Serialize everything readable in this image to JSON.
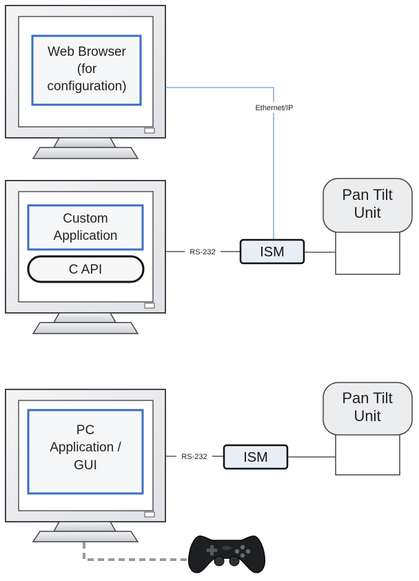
{
  "monitors": {
    "top": {
      "lines": [
        "Web Browser",
        "(for",
        "configuration)"
      ]
    },
    "middle": {
      "app_lines": [
        "Custom",
        "Application"
      ],
      "api_label": "C API"
    },
    "bottom": {
      "lines": [
        "PC",
        "Application /",
        "GUI"
      ]
    }
  },
  "connections": {
    "ethernet_label": "Ethernet/IP",
    "serial_label_middle": "RS-232",
    "serial_label_bottom": "RS-232"
  },
  "devices": {
    "ism_middle": "ISM",
    "ism_bottom": "ISM",
    "ptu_middle": [
      "Pan Tilt",
      "Unit"
    ],
    "ptu_bottom": [
      "Pan Tilt",
      "Unit"
    ]
  },
  "colors": {
    "screen_border": "#3a6fc4",
    "ethernet_line": "#6f9fc8",
    "monitor_face": "#eaecef",
    "screen_fill": "#f6f7f8",
    "ism_fill": "#e8eef6",
    "joystick_line": "#9a9a9a"
  },
  "icons": [
    "monitor-icon",
    "gamepad-icon",
    "power-button-icon"
  ]
}
